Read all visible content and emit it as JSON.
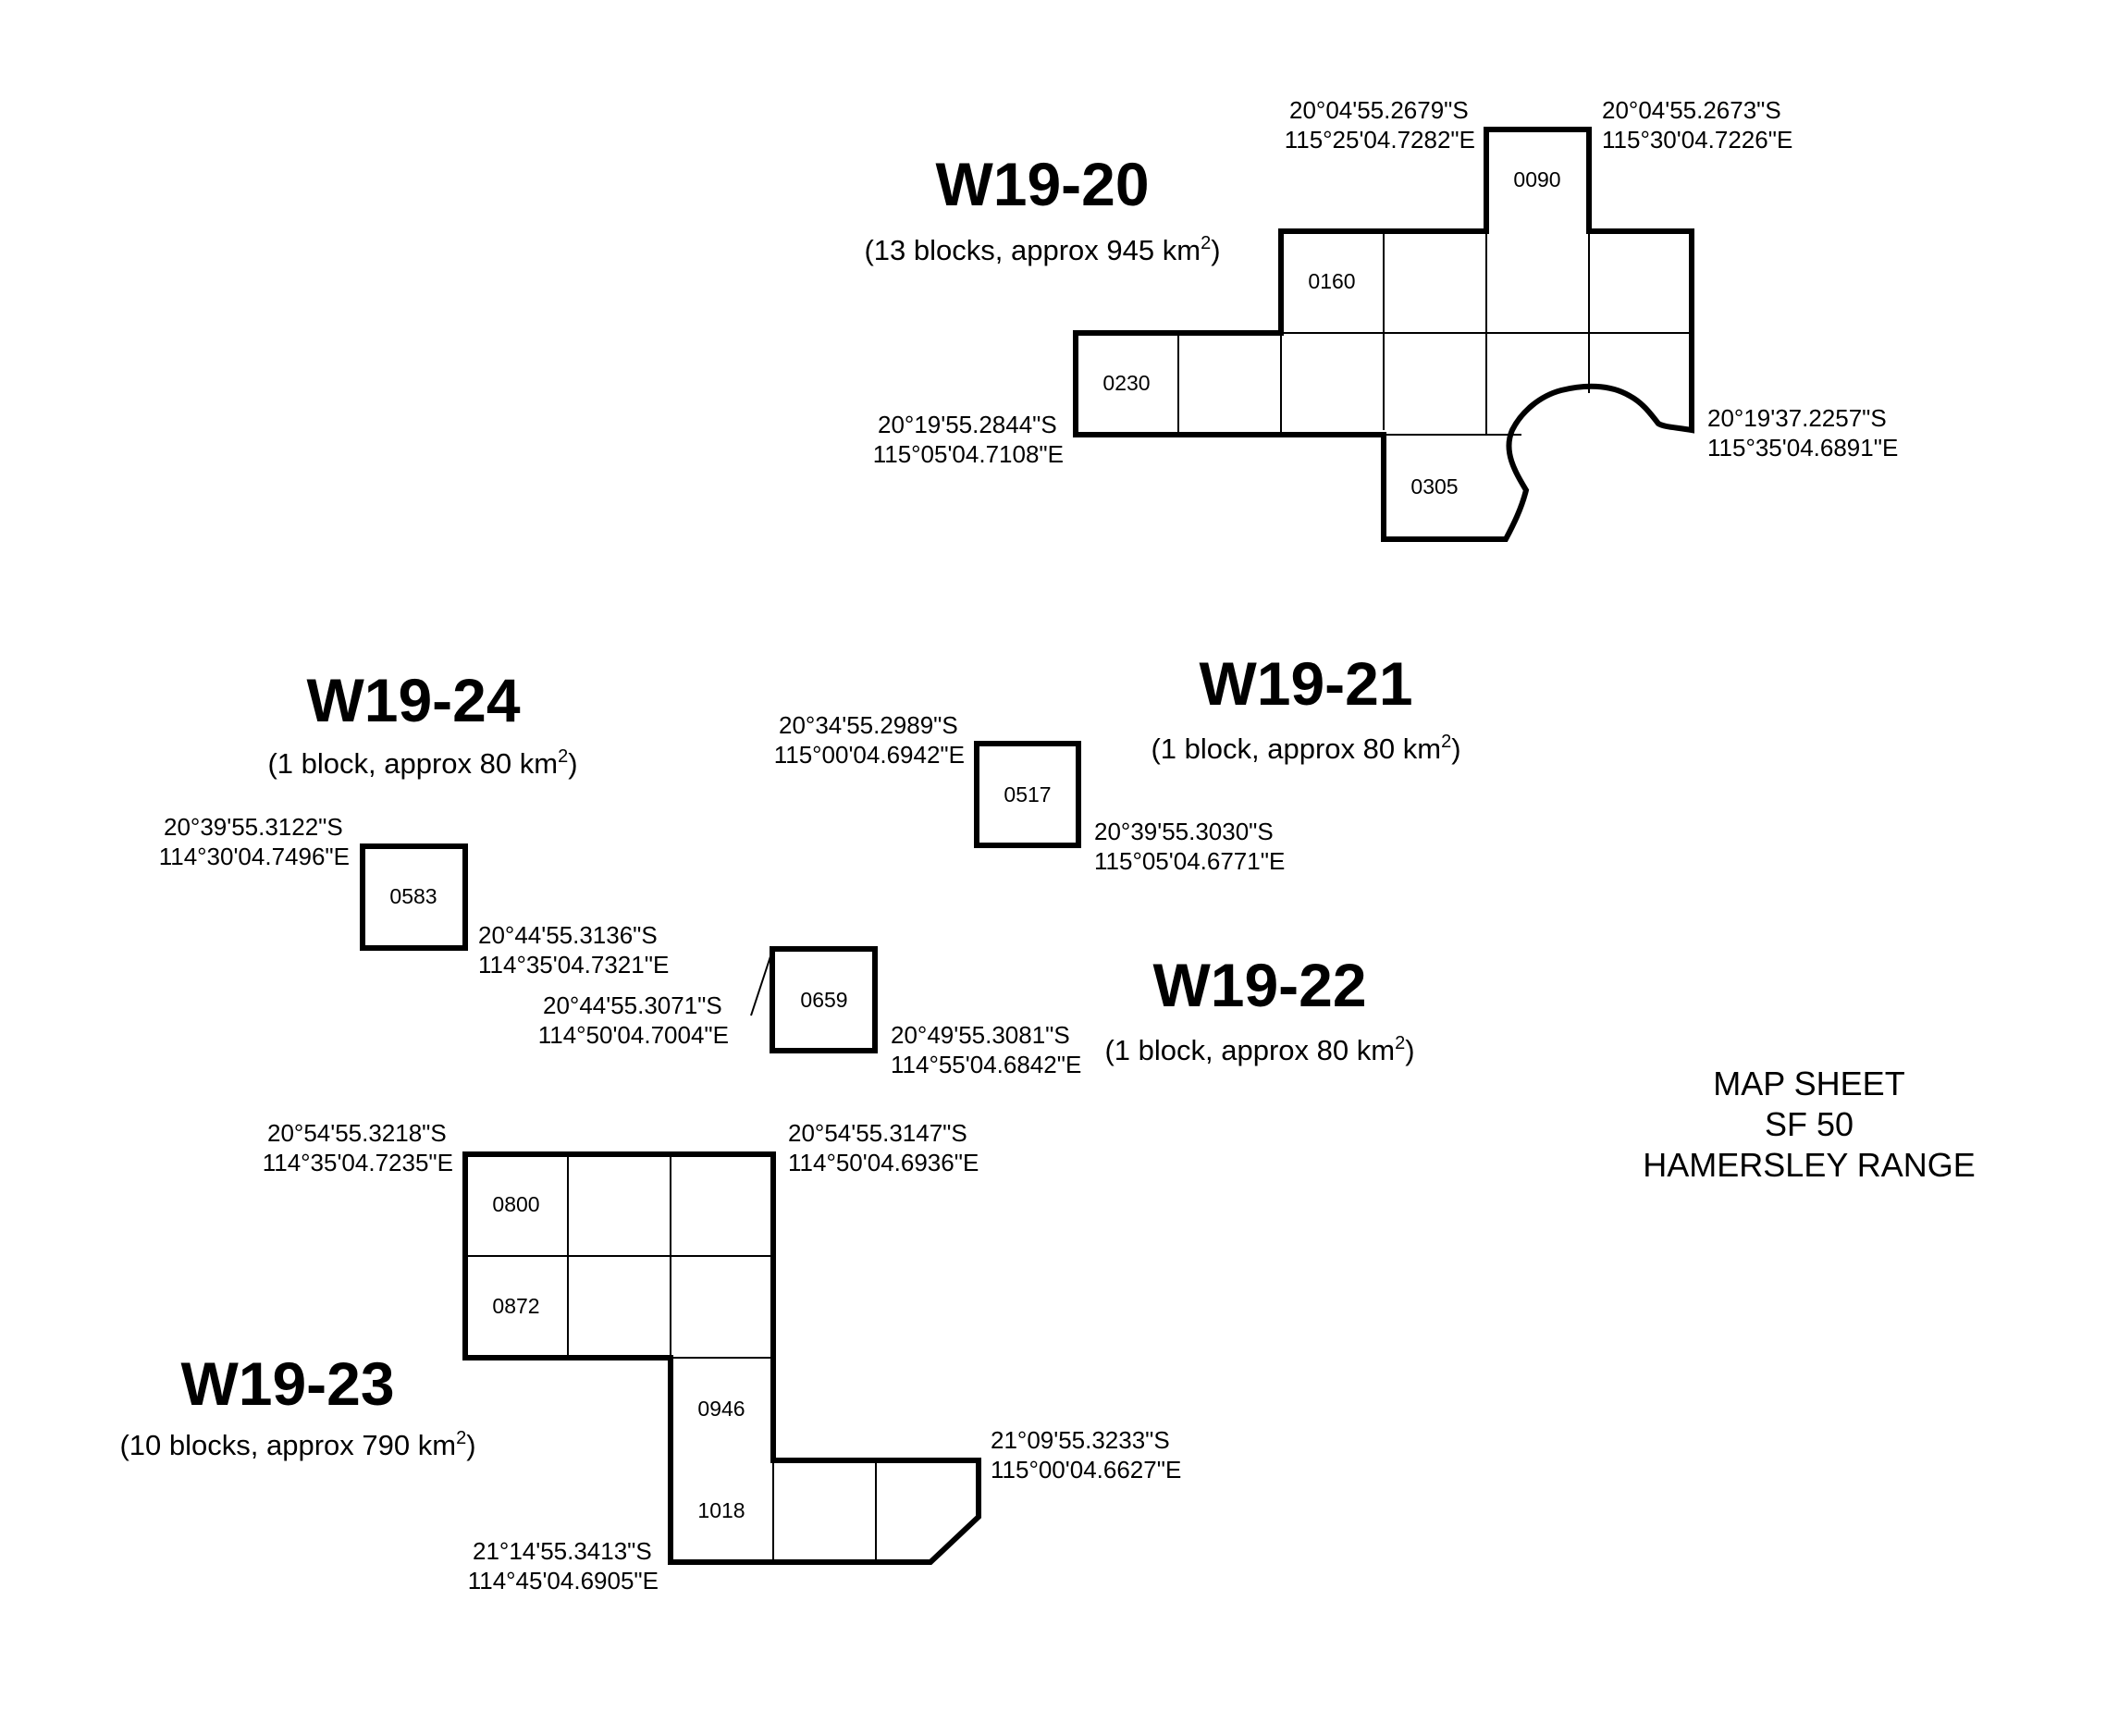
{
  "areas": {
    "w19_20": {
      "name": "W19-20",
      "blocks": "(13 blocks, approx 945 km",
      "sup": "2",
      "close": ")",
      "block_labels": [
        "0090",
        "0160",
        "0230",
        "0305"
      ],
      "coords": {
        "top_left": [
          "20°04'55.2679\"S",
          "115°25'04.7282\"E"
        ],
        "top_right": [
          "20°04'55.2673\"S",
          "115°30'04.7226\"E"
        ],
        "left": [
          "20°19'55.2844\"S",
          "115°05'04.7108\"E"
        ],
        "right": [
          "20°19'37.2257\"S",
          "115°35'04.6891\"E"
        ]
      }
    },
    "w19_21": {
      "name": "W19-21",
      "blocks": "(1 block, approx 80 km",
      "sup": "2",
      "close": ")",
      "block_labels": [
        "0517"
      ],
      "coords": {
        "top_left": [
          "20°34'55.2989\"S",
          "115°00'04.6942\"E"
        ],
        "bottom_right": [
          "20°39'55.3030\"S",
          "115°05'04.6771\"E"
        ]
      }
    },
    "w19_22": {
      "name": "W19-22",
      "blocks": "(1 block, approx 80 km",
      "sup": "2",
      "close": ")",
      "block_labels": [
        "0659"
      ],
      "coords": {
        "left": [
          "20°44'55.3071\"S",
          "114°50'04.7004\"E"
        ],
        "bottom_right": [
          "20°49'55.3081\"S",
          "114°55'04.6842\"E"
        ]
      }
    },
    "w19_23": {
      "name": "W19-23",
      "blocks": "(10 blocks, approx 790 km",
      "sup": "2",
      "close": ")",
      "block_labels": [
        "0800",
        "0872",
        "0946",
        "1018"
      ],
      "coords": {
        "top_left": [
          "20°54'55.3218\"S",
          "114°35'04.7235\"E"
        ],
        "top_right": [
          "20°54'55.3147\"S",
          "114°50'04.6936\"E"
        ],
        "right": [
          "21°09'55.3233\"S",
          "115°00'04.6627\"E"
        ],
        "bottom_left": [
          "21°14'55.3413\"S",
          "114°45'04.6905\"E"
        ]
      }
    },
    "w19_24": {
      "name": "W19-24",
      "blocks": "(1 block, approx 80 km",
      "sup": "2",
      "close": ")",
      "block_labels": [
        "0583"
      ],
      "coords": {
        "top_left": [
          "20°39'55.3122\"S",
          "114°30'04.7496\"E"
        ],
        "bottom_right": [
          "20°44'55.3136\"S",
          "114°35'04.7321\"E"
        ]
      }
    }
  },
  "sheet": [
    "MAP SHEET",
    "SF 50",
    "HAMERSLEY RANGE"
  ]
}
